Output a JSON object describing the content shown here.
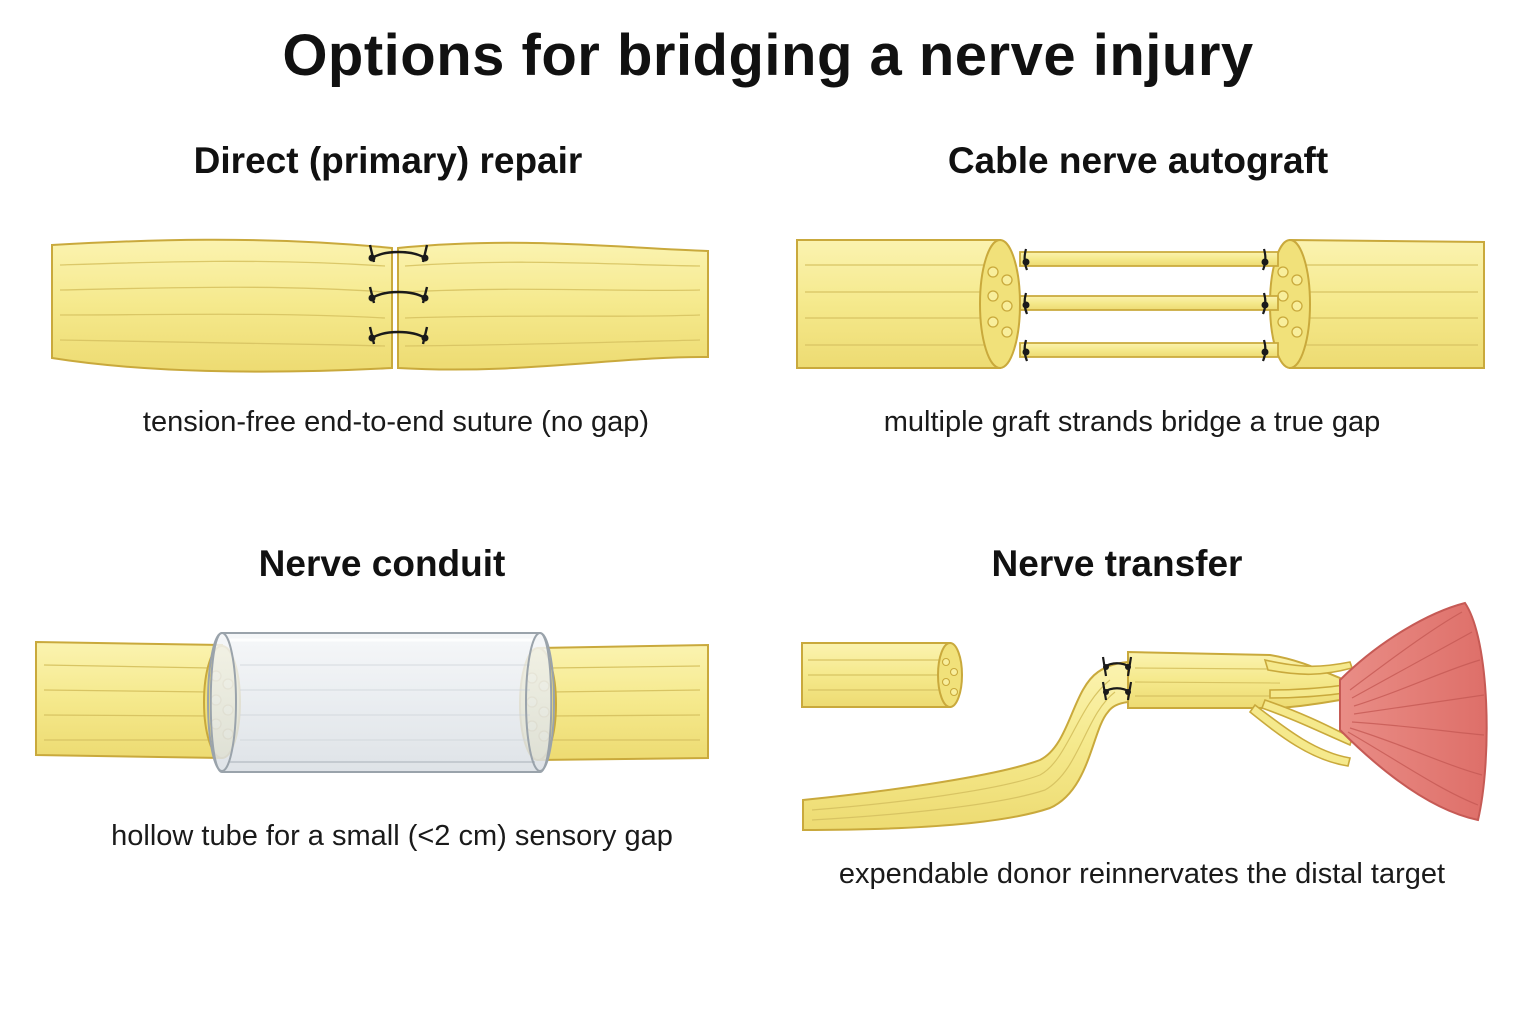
{
  "title": "Options for bridging a nerve injury",
  "colors": {
    "nerve_fill": "#f5e98c",
    "nerve_outline": "#c9a93c",
    "nerve_fiber": "#d8c463",
    "conduit": "#e4e8ec",
    "muscle": "#e88a83",
    "muscle_outline": "#c65a55",
    "suture": "#1a1a1a"
  },
  "panels": [
    {
      "title": "Direct (primary) repair",
      "caption": "tension-free end-to-end suture (no gap)",
      "icon": "end-to-end-suture"
    },
    {
      "title": "Cable nerve autograft",
      "caption": "multiple graft strands bridge a true gap",
      "icon": "cable-graft"
    },
    {
      "title": "Nerve conduit",
      "caption": "hollow tube for a small (<2 cm) sensory gap",
      "icon": "hollow-conduit"
    },
    {
      "title": "Nerve transfer",
      "caption": "expendable donor reinnervates the distal target",
      "icon": "nerve-to-muscle-transfer"
    }
  ]
}
